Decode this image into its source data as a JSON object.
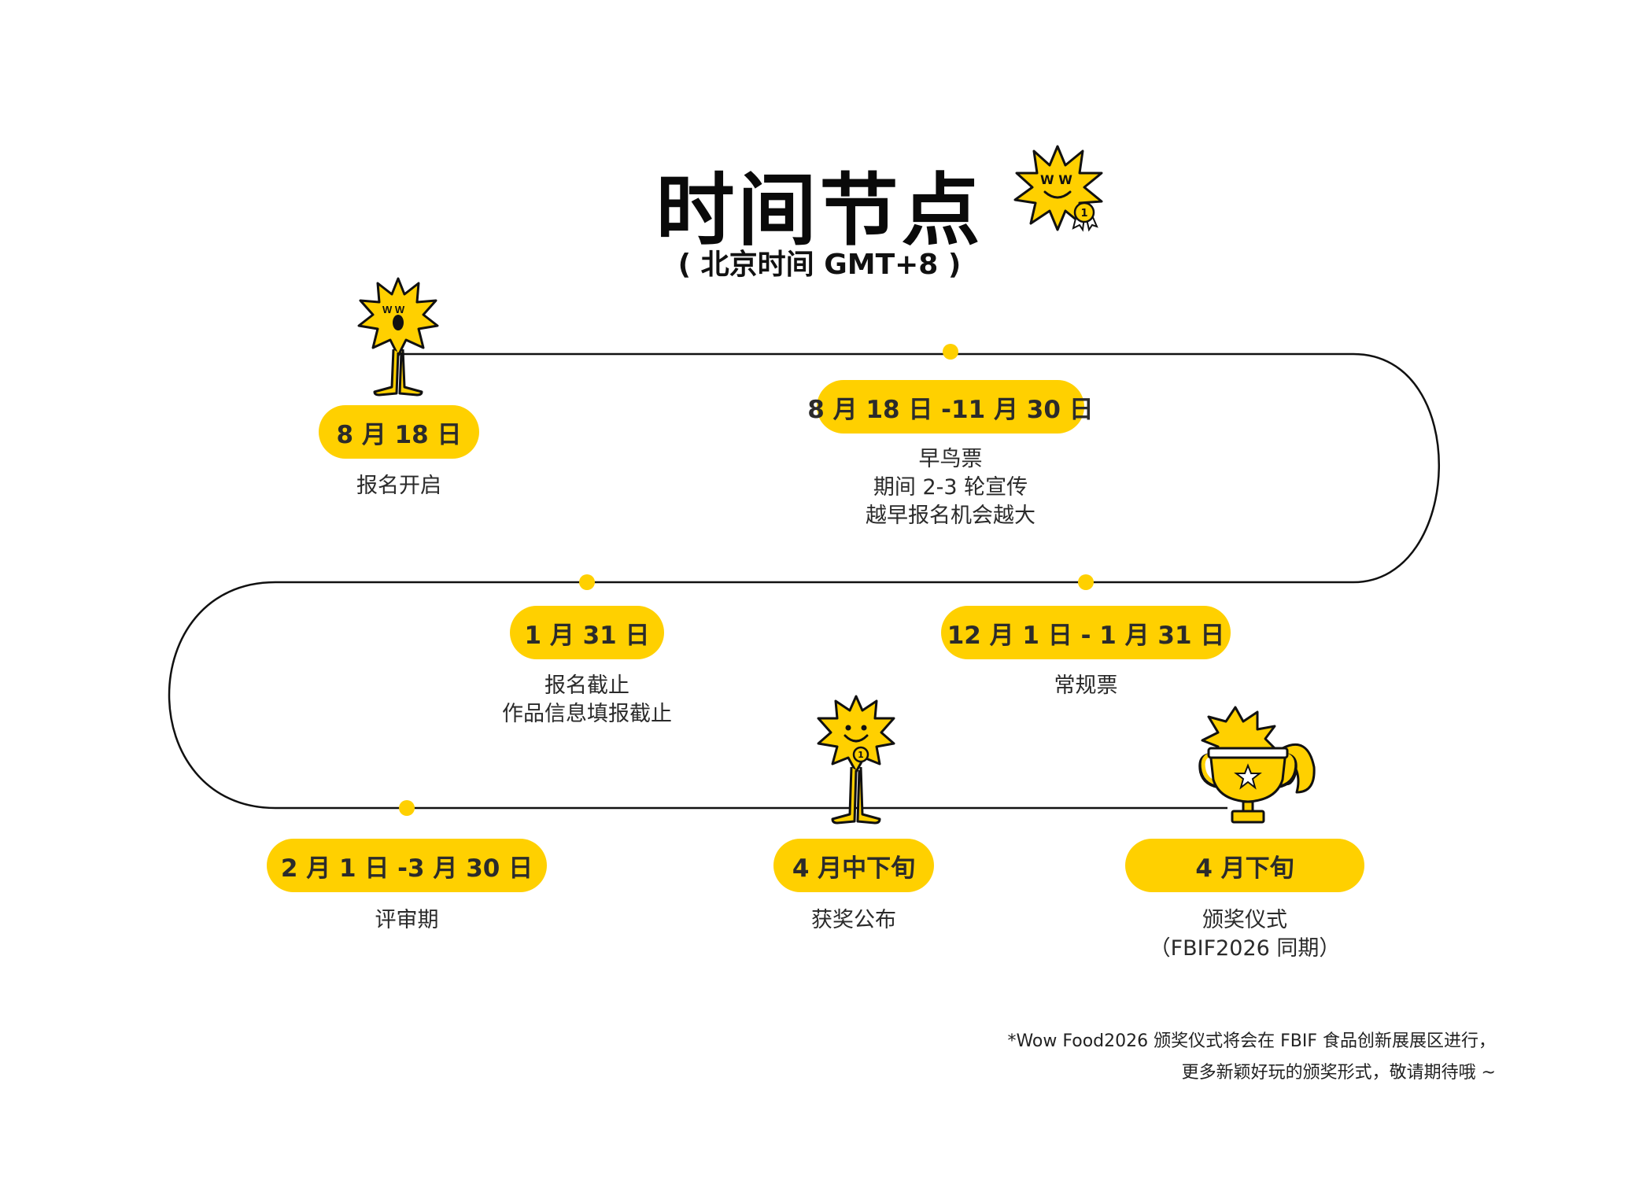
{
  "header": {
    "title": "时间节点",
    "subtitle": "( 北京时间 GMT+8 )"
  },
  "colors": {
    "accent": "#FFD000",
    "line": "#111111",
    "text": "#2a2a2a"
  },
  "milestones": [
    {
      "date": "8 月 18 日",
      "lines": [
        "报名开启"
      ]
    },
    {
      "date": "8 月 18 日 -11 月 30 日",
      "lines": [
        "早鸟票",
        "期间 2-3 轮宣传",
        "越早报名机会越大"
      ]
    },
    {
      "date": "1 月 31 日",
      "lines": [
        "报名截止",
        "作品信息填报截止"
      ]
    },
    {
      "date": "12 月 1 日 - 1 月 31 日",
      "lines": [
        "常规票"
      ]
    },
    {
      "date": "2 月 1 日 -3 月 30 日",
      "lines": [
        "评审期"
      ]
    },
    {
      "date": "4 月中下旬",
      "lines": [
        "获奖公布"
      ]
    },
    {
      "date": "4 月下旬",
      "lines": [
        "颁奖仪式",
        "（FBIF2026 同期）"
      ]
    }
  ],
  "mascots": {
    "eye_text": "W W",
    "medal_number": "1"
  },
  "footnote": {
    "line1": "*Wow Food2026 颁奖仪式将会在 FBIF 食品创新展展区进行，",
    "line2": "更多新颖好玩的颁奖形式，敬请期待哦 ~"
  }
}
